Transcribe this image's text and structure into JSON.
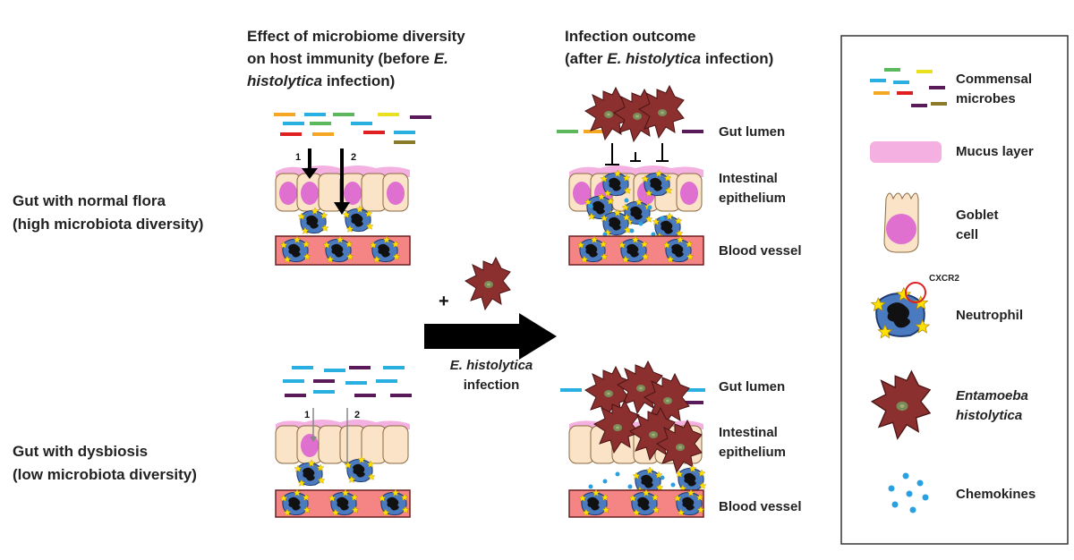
{
  "headers": {
    "left_line1": "Effect of microbiome diversity",
    "left_line2_pre": "on host immunity (before ",
    "left_line2_em": "E.",
    "left_line3_em": "histolytica",
    "left_line3_post": " infection)",
    "right_line1": "Infection outcome",
    "right_line2_pre": "(after ",
    "right_line2_em": "E. histolytica",
    "right_line2_post": " infection)"
  },
  "rows": {
    "normal_line1": "Gut with normal flora",
    "normal_line2": "(high microbiota diversity)",
    "dysbiosis_line1": "Gut with dysbiosis",
    "dysbiosis_line2": "(low microbiota diversity)"
  },
  "arrow": {
    "plus": "+",
    "label_em": "E. histolytica",
    "label_line2": "infection"
  },
  "numbers": {
    "one": "1",
    "two": "2"
  },
  "outcome_labels": {
    "gut_lumen": "Gut lumen",
    "intestinal": "Intestinal",
    "epithelium": "epithelium",
    "blood_vessel": "Blood vessel"
  },
  "legend": {
    "commensal_line1": "Commensal",
    "commensal_line2": "microbes",
    "mucus": "Mucus layer",
    "goblet_line1": "Goblet",
    "goblet_line2": "cell",
    "cxcr2": "CXCR2",
    "neutrophil": "Neutrophil",
    "entamoeba_line1": "Entamoeba",
    "entamoeba_line2": "histolytica",
    "chemokines": "Chemokines"
  },
  "colors": {
    "mucus": "#f4b0e0",
    "goblet_fill": "#fbe3c8",
    "goblet_nucleus": "#e070d0",
    "blood": "#f58585",
    "amoeba": "#8b2f2f",
    "amoeba_spot": "#7a8a5a",
    "neutrophil": "#4a7ac0",
    "chemokine": "#2aa0e0",
    "receptor_ring": "#e02020",
    "star": "#ffe000"
  }
}
